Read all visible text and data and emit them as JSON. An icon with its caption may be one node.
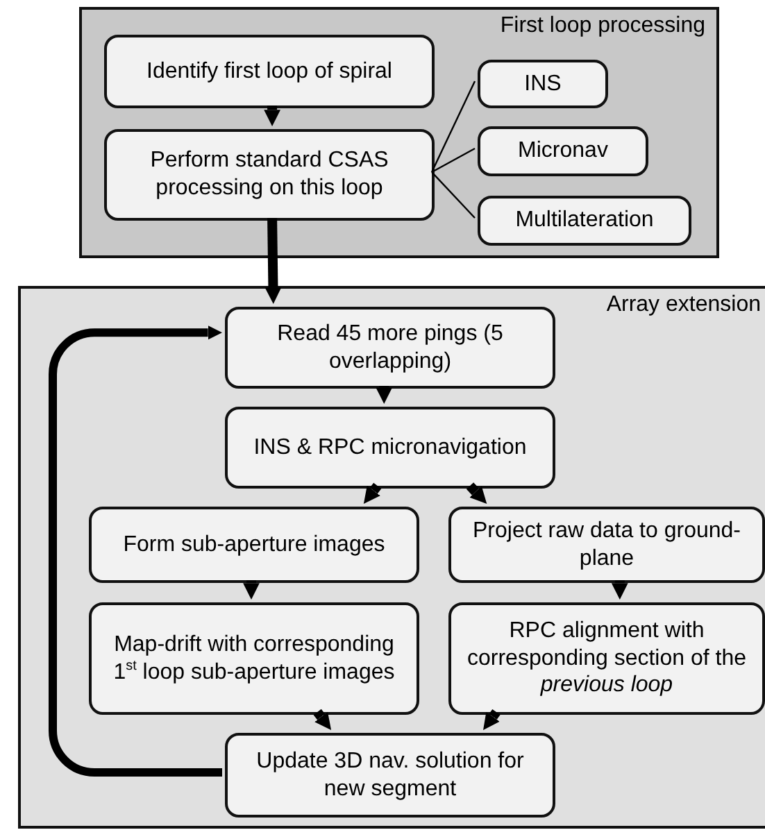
{
  "diagram": {
    "nodes": [
      {
        "text": [
          "First loop processing"
        ]
      },
      {
        "text": [
          "Identify first loop of spiral"
        ],
        "in": 0
      },
      {
        "text": [
          "Perform standard CSAS processing on this loop"
        ],
        "in": 0
      },
      {
        "text": [
          "INS"
        ],
        "in": 0
      },
      {
        "text": [
          "Micronav"
        ],
        "in": 0
      },
      {
        "text": [
          "Multilateration"
        ],
        "in": 0
      },
      {
        "text": [
          "Array extension"
        ]
      },
      {
        "text": [
          "Read 45 more pings (5 overlapping)"
        ],
        "in": 6
      },
      {
        "text": [
          "INS & RPC micronavigation"
        ],
        "in": 6
      },
      {
        "text": [
          "Form sub-aperture images"
        ],
        "in": 6
      },
      {
        "text": [
          "Project raw data to ground-plane"
        ],
        "in": 6
      },
      {
        "text": [
          "Map-drift with corresponding 1$^{st}$ loop sub-aperture images"
        ],
        "in": 6
      },
      {
        "text": [
          "RPC alignment with corresponding section of the *previous loop*"
        ],
        "in": 6
      },
      {
        "text": [
          "Update 3D nav. solution for new segment"
        ],
        "in": 6
      }
    ],
    "edges": [
      {
        "from": 1,
        "to": 2,
        "arrow": "to"
      },
      {
        "from": 2,
        "to": 3,
        "arrow": "none"
      },
      {
        "from": 2,
        "to": 4,
        "arrow": "none"
      },
      {
        "from": 2,
        "to": 5,
        "arrow": "none"
      },
      {
        "from": 2,
        "to": 7,
        "arrow": "to"
      },
      {
        "from": 7,
        "to": 8,
        "arrow": "to"
      },
      {
        "from": 8,
        "to": 9,
        "arrow": "to"
      },
      {
        "from": 8,
        "to": 10,
        "arrow": "to"
      },
      {
        "from": 9,
        "to": 11,
        "arrow": "to"
      },
      {
        "from": 10,
        "to": 12,
        "arrow": "to"
      },
      {
        "from": 11,
        "to": 13,
        "arrow": "to"
      },
      {
        "from": 12,
        "to": 13,
        "arrow": "to"
      },
      {
        "from": 13,
        "to": 7,
        "arrow": "to"
      }
    ]
  }
}
